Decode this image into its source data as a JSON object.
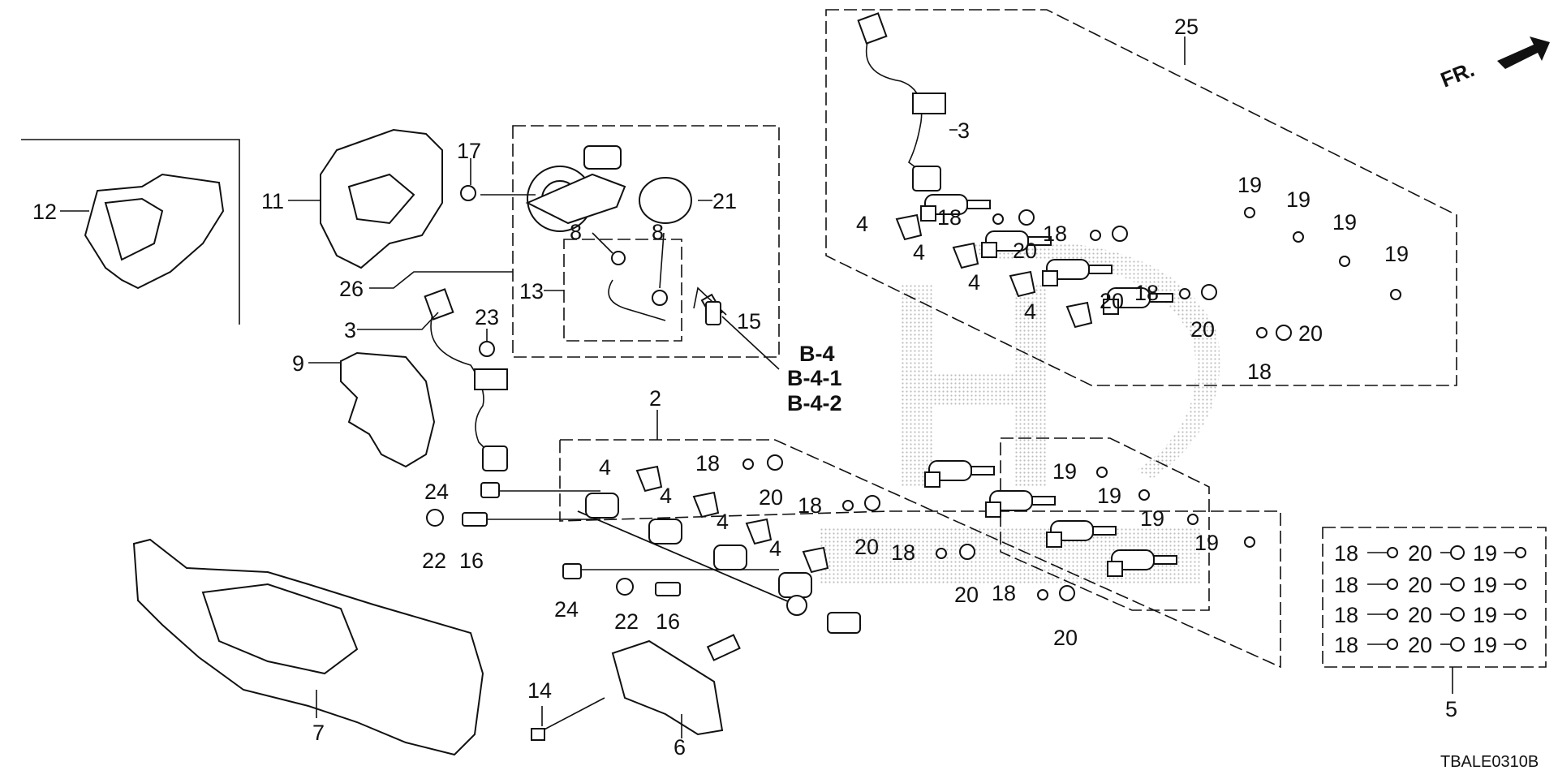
{
  "diagram": {
    "code": "TBALE0310B",
    "direction_label": "FR.",
    "refs": [
      "B-4",
      "B-4-1",
      "B-4-2"
    ],
    "callouts": {
      "c2": "2",
      "c3a": "3",
      "c3b": "3",
      "c4a": "4",
      "c4b": "4",
      "c4c": "4",
      "c4d": "4",
      "c4e": "4",
      "c4f": "4",
      "c4g": "4",
      "c4h": "4",
      "c5": "5",
      "c6": "6",
      "c7": "7",
      "c8a": "8",
      "c8b": "8",
      "c9": "9",
      "c11": "11",
      "c12": "12",
      "c13": "13",
      "c14": "14",
      "c15": "15",
      "c16a": "16",
      "c16b": "16",
      "c17": "17",
      "c18a": "18",
      "c18b": "18",
      "c18c": "18",
      "c18d": "18",
      "c18e": "18",
      "c18f": "18",
      "c18g": "18",
      "c18h": "18",
      "c19a": "19",
      "c19b": "19",
      "c19c": "19",
      "c19d": "19",
      "c19e": "19",
      "c19f": "19",
      "c19g": "19",
      "c19h": "19",
      "c20a": "20",
      "c20b": "20",
      "c20c": "20",
      "c20d": "20",
      "c20e": "20",
      "c20f": "20",
      "c20g": "20",
      "c20h": "20",
      "c21": "21",
      "c22a": "22",
      "c22b": "22",
      "c23": "23",
      "c24a": "24",
      "c24b": "24",
      "c25": "25",
      "c26": "26"
    },
    "kit_rows": [
      [
        "18",
        "20",
        "19"
      ],
      [
        "18",
        "20",
        "19"
      ],
      [
        "18",
        "20",
        "19"
      ],
      [
        "18",
        "20",
        "19"
      ]
    ],
    "watermark_color": "#c8c8c8"
  }
}
